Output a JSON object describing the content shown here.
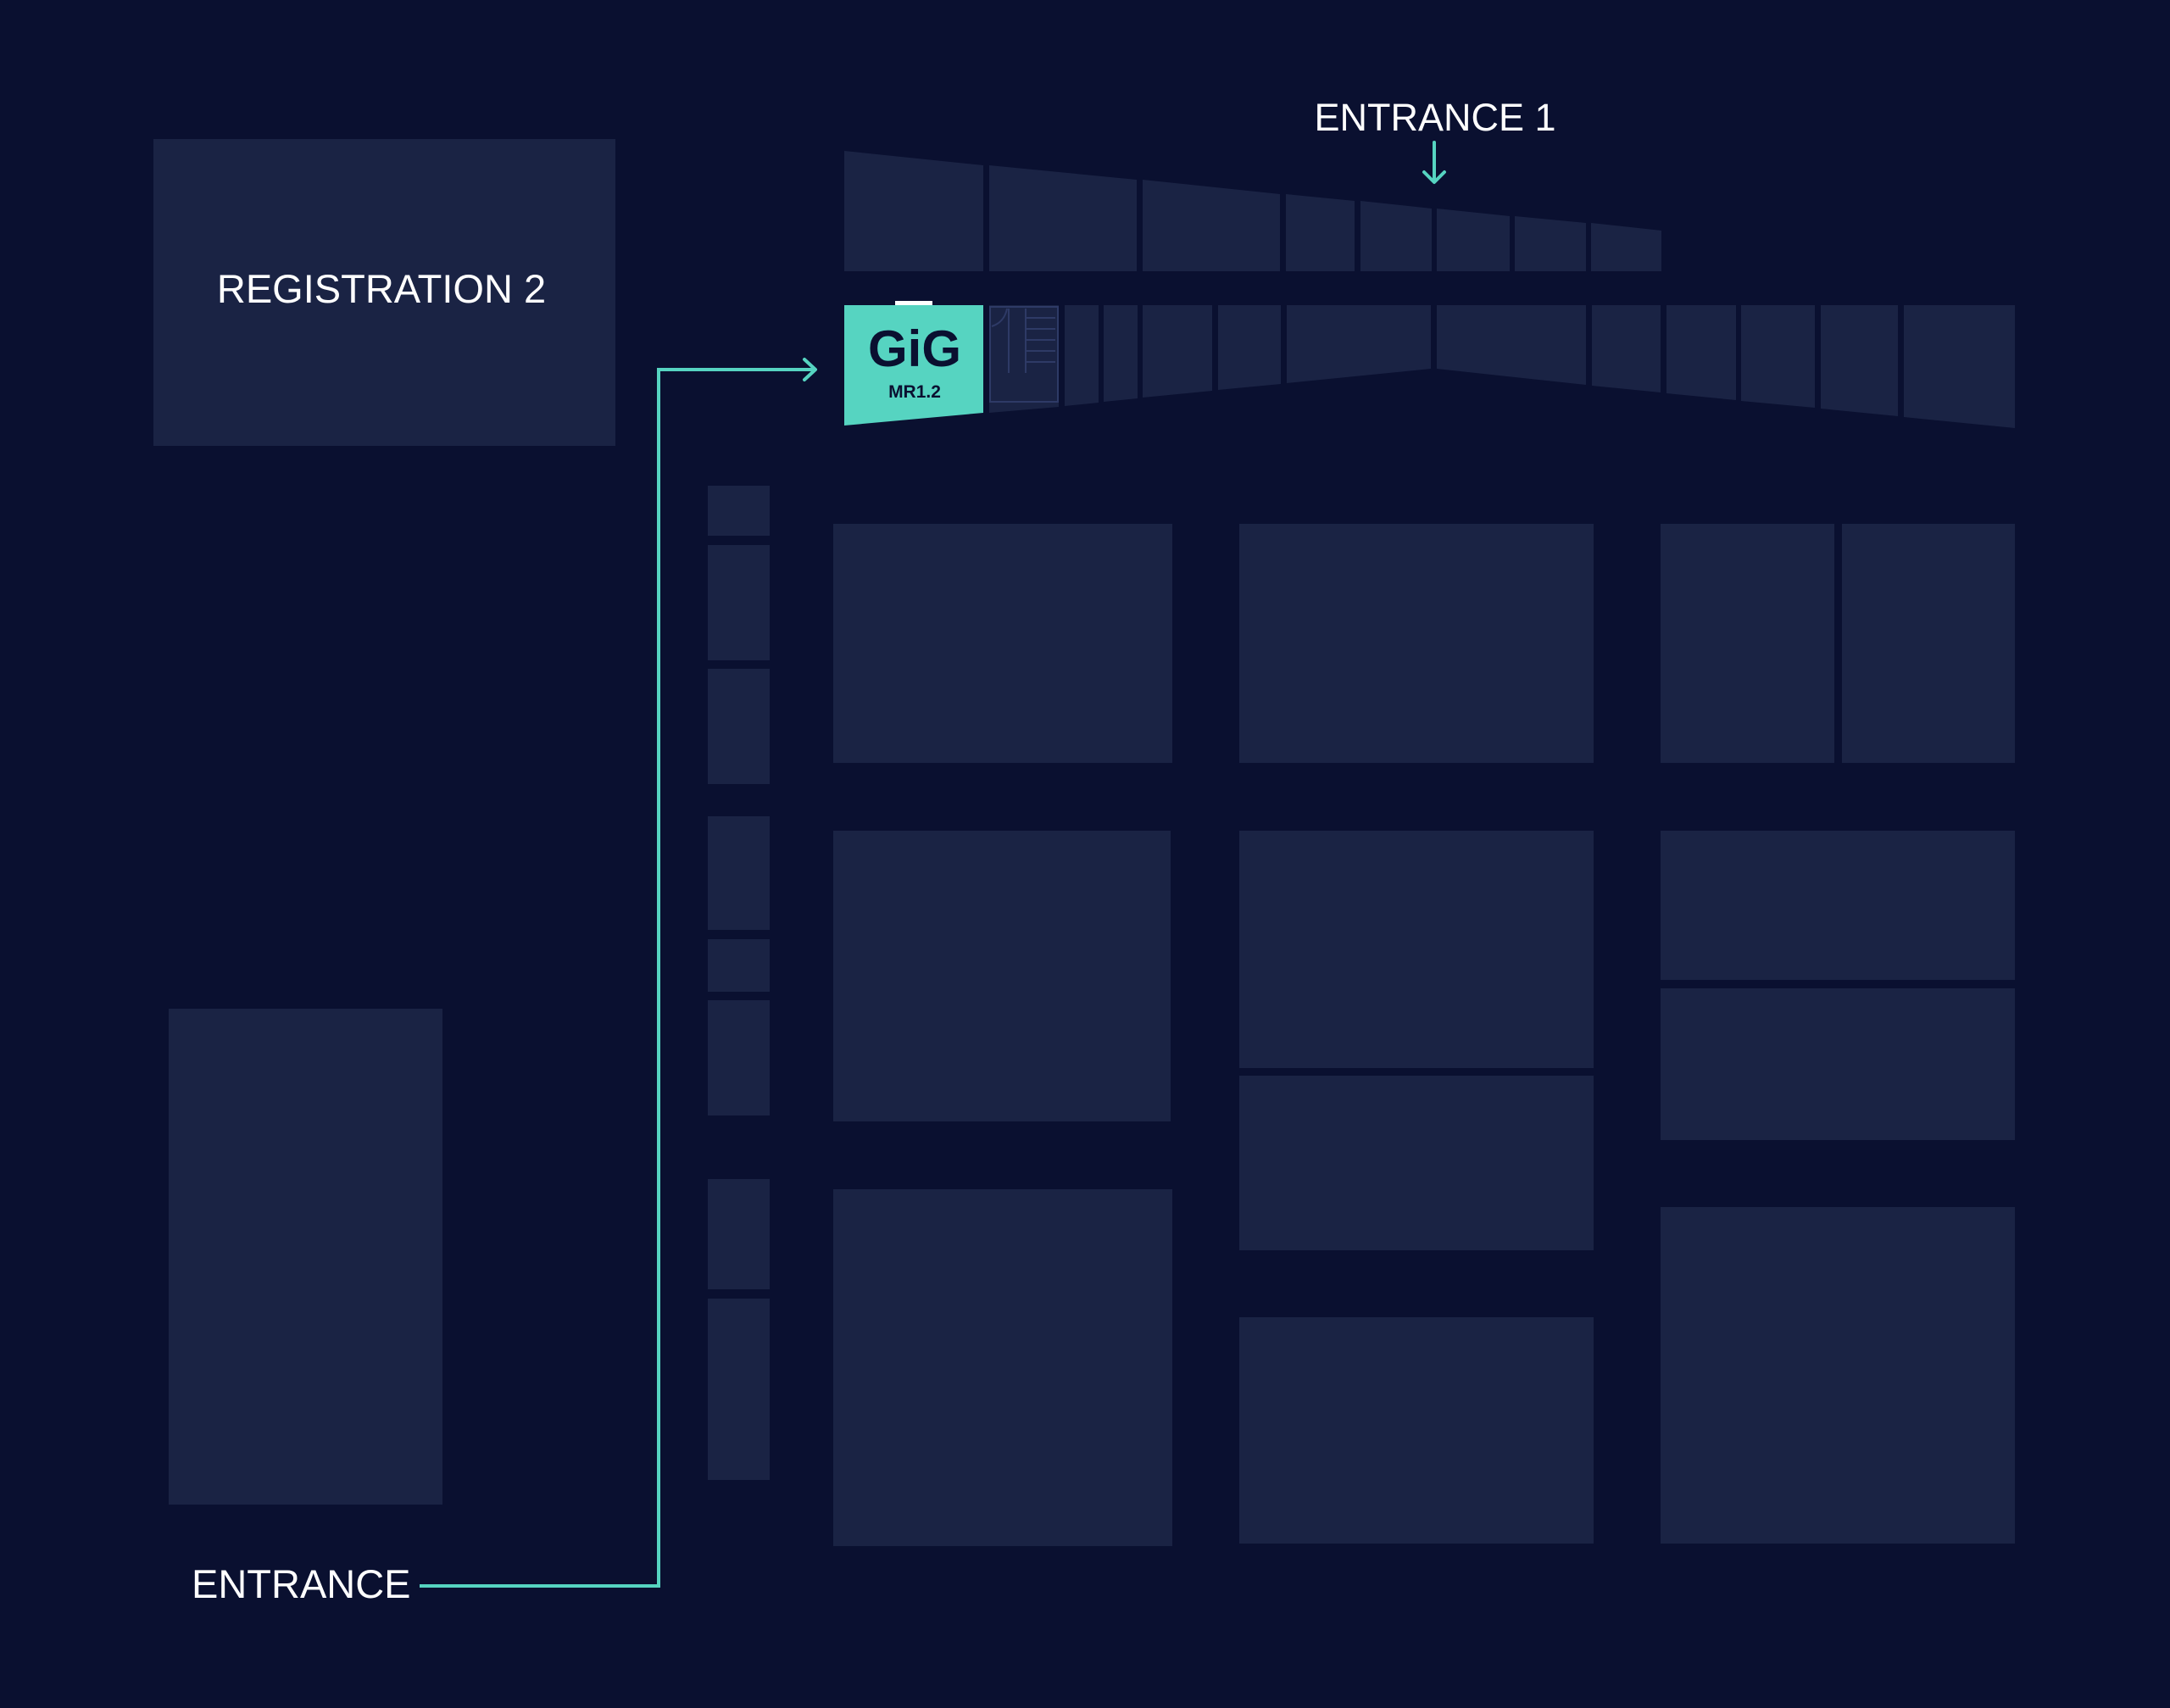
{
  "colors": {
    "background": "#0a1030",
    "block": "#1a2344",
    "accent": "#56d4c1",
    "text": "#ffffff"
  },
  "labels": {
    "registration": "REGISTRATION 2",
    "entrance_top": "ENTRANCE 1",
    "entrance_bottom": "ENTRANCE"
  },
  "highlighted_booth": {
    "logo": "GiG",
    "booth_id": "MR1.2"
  },
  "icons": {
    "route_arrow": "arrow-right-icon",
    "entrance_arrow": "arrow-down-icon",
    "stairs": "stairs-icon"
  }
}
